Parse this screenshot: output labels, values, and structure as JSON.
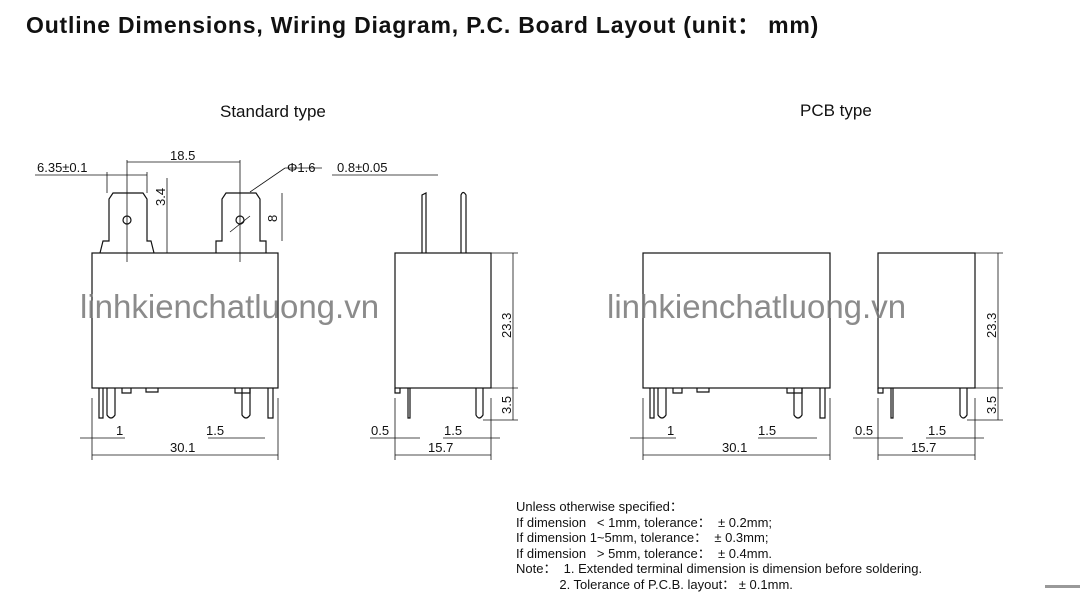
{
  "title": "Outline Dimensions, Wiring Diagram, P.C. Board Layout (unit： mm)",
  "standard": {
    "label": "Standard type",
    "dims": {
      "tab_width": "6.35±0.1",
      "tab_pitch": "18.5",
      "hole": "Φ1.6",
      "pin_thickness": "0.8±0.05",
      "hole_offset": "3.4",
      "tab_height": "8",
      "height": "23.3",
      "pin_length": "3.5",
      "pin_gap": "1",
      "pin_w": "1.5",
      "width": "30.1",
      "side_gap": "0.5",
      "side_pin": "1.5",
      "depth": "15.7"
    }
  },
  "pcb": {
    "label": "PCB type",
    "dims": {
      "height": "23.3",
      "pin_length": "3.5",
      "pin_gap": "1",
      "pin_w": "1.5",
      "width": "30.1",
      "side_gap": "0.5",
      "side_pin": "1.5",
      "depth": "15.7"
    }
  },
  "watermark": "linhkienchatluong.vn",
  "notes": [
    "Unless otherwise specified：",
    "If dimension   < 1mm, tolerance：  ± 0.2mm;",
    "If dimension 1~5mm, tolerance：  ± 0.3mm;",
    "If dimension   > 5mm, tolerance：  ± 0.4mm.",
    "Note：  1. Extended terminal dimension is dimension before soldering.",
    "            2. Tolerance of P.C.B. layout： ± 0.1mm."
  ]
}
